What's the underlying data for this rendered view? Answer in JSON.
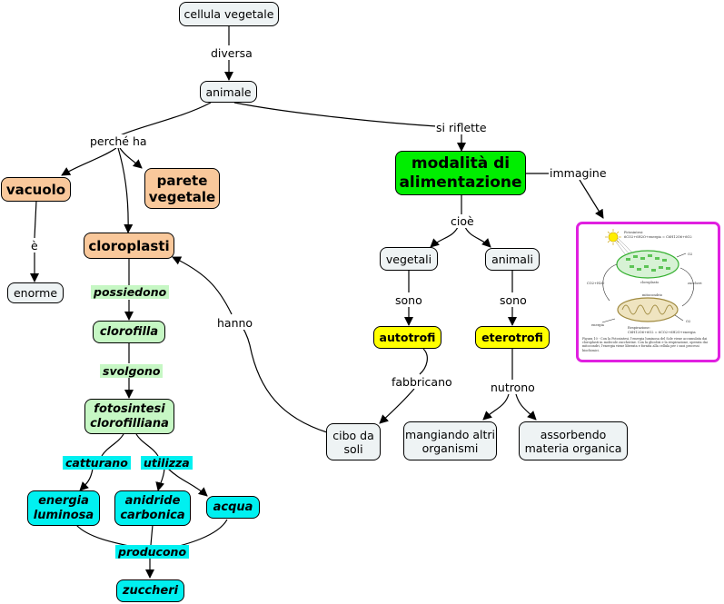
{
  "concept_map": {
    "nodes": {
      "cellula_vegetale": "cellula vegetale",
      "animale": "animale",
      "vacuolo": "vacuolo",
      "parete_vegetale": "parete vegetale",
      "cloroplasti": "cloroplasti",
      "enorme": "enorme",
      "clorofilla": "clorofilla",
      "fotosintesi": "fotosintesi clorofilliana",
      "energia_luminosa": "energia luminosa",
      "anidride_carbonica": "anidride carbonica",
      "acqua": "acqua",
      "zuccheri": "zuccheri",
      "modalita": "modalità di alimentazione",
      "vegetali": "vegetali",
      "animali": "animali",
      "autotrofi": "autotrofi",
      "eterotrofi": "eterotrofi",
      "cibo_da_soli": "cibo da soli",
      "mangiando": "mangiando altri organismi",
      "assorbendo": "assorbendo materia organica"
    },
    "links": {
      "diversa": "diversa",
      "perche_ha": "perché ha",
      "si_riflette": "si riflette",
      "e": "è",
      "possiedono": "possiedono",
      "svolgono": "svolgono",
      "catturano": "catturano",
      "utilizza": "utilizza",
      "producono": "producono",
      "hanno": "hanno",
      "immagine": "immagine",
      "cioe": "cioè",
      "sono_1": "sono",
      "sono_2": "sono",
      "fabbricano": "fabbricano",
      "nutrono": "nutrono"
    },
    "image_node": {
      "title_top": "Fotosintesi:",
      "eq_top": "6CO2+6H2O+energia = C6H12O6+6O2",
      "label_chloroplast": "cloroplasto",
      "label_mito": "mitocondrio",
      "label_left": "CO2+H2O",
      "label_right": "zuccheri",
      "label_energy": "energia",
      "o2": "O2",
      "title_bottom": "Respirazione:",
      "eq_bottom": "C6H12O6+6O2 = 6CO2+6H2O+energia",
      "caption": "Figura 10 - Con la Fotosintesi, l'energia luminosa del Sole viene accumulata dai cloroplasti in molecole zuccherine. Con la glicolisi e la respirazione, operata dai mitocondri, l'energia viene liberata e fornita alla cellula per i suoi processi biochimici."
    },
    "colors": {
      "plain": "#eef3f4",
      "orange": "#f9c89b",
      "light_green": "#c6f7c4",
      "cyan": "#00f0f0",
      "yellow": "#ffff00",
      "green": "#00ee00",
      "image_border": "#e020e0"
    }
  }
}
